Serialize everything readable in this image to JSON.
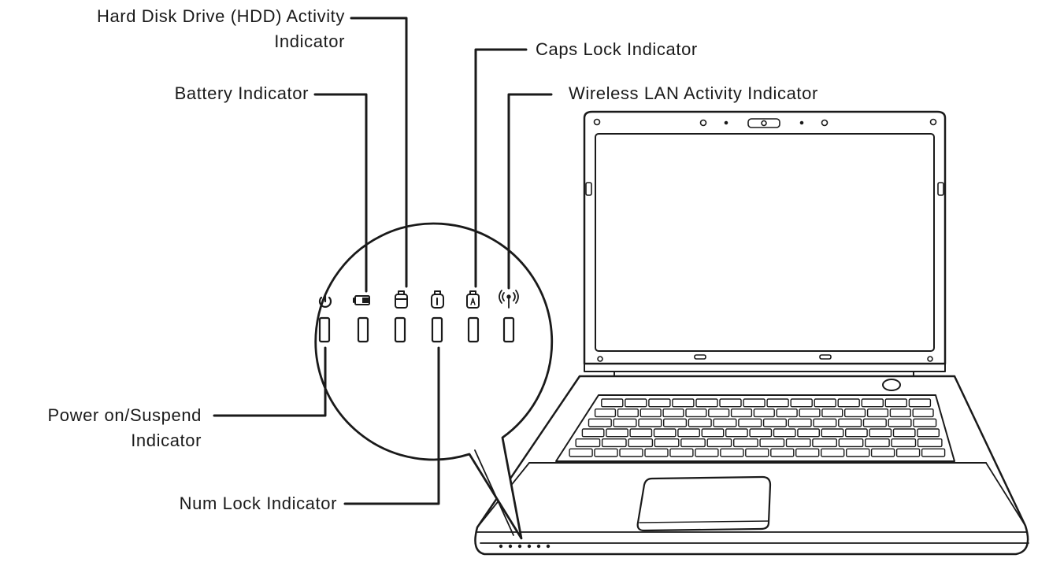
{
  "callouts": {
    "hdd": {
      "line1": "Hard Disk Drive (HDD) Activity",
      "line2": "Indicator"
    },
    "battery": {
      "text": "Battery Indicator"
    },
    "caps_lock": {
      "text": "Caps Lock Indicator"
    },
    "wlan": {
      "text": "Wireless LAN Activity Indicator"
    },
    "power": {
      "line1": "Power on/Suspend",
      "line2": "Indicator"
    },
    "num_lock": {
      "text": "Num Lock Indicator"
    }
  },
  "colors": {
    "line": "#1a1a1a",
    "background": "#ffffff"
  },
  "icons": [
    "power-icon",
    "battery-icon",
    "hdd-icon",
    "num-lock-icon",
    "caps-lock-icon",
    "wireless-icon"
  ]
}
